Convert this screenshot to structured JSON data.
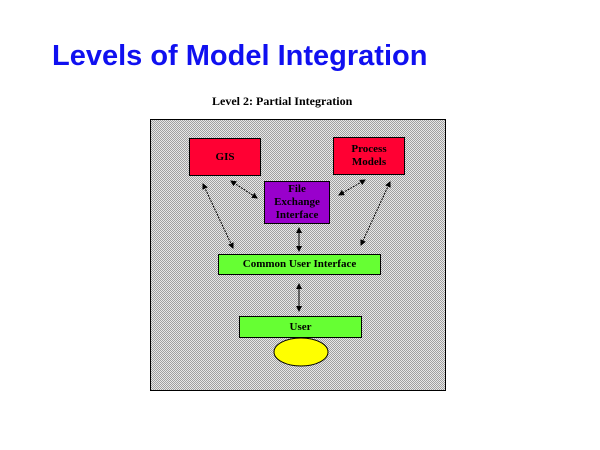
{
  "slide": {
    "title": "Levels of Model Integration",
    "subtitle": "Level 2:  Partial Integration"
  },
  "diagram": {
    "nodes": {
      "gis": "GIS",
      "process_models": "Process Models",
      "file_exchange": "File Exchange Interface",
      "common_ui": "Common User Interface",
      "user": "User"
    },
    "colors": {
      "red": "#ff0033",
      "purple": "#9900cc",
      "green": "#66ff33",
      "yellow": "#ffff00",
      "title_blue": "#1010f0"
    }
  }
}
